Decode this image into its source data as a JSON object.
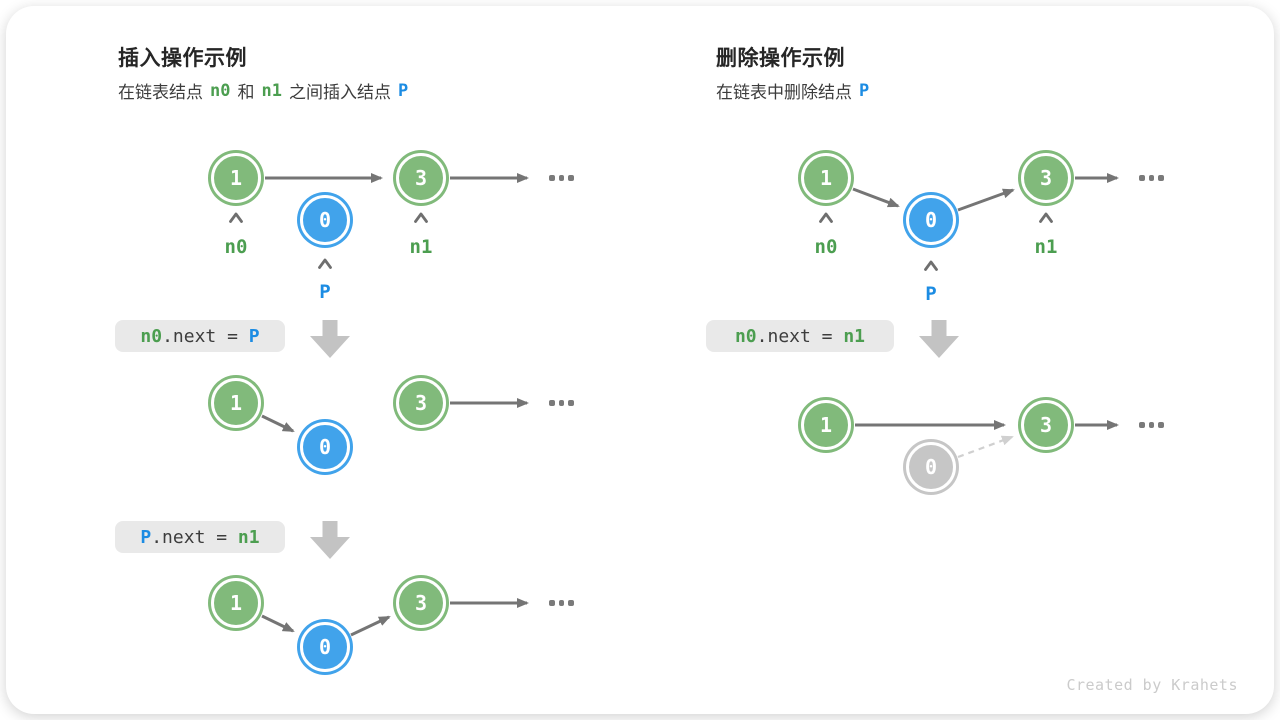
{
  "colors": {
    "node-green": "#81BA7B",
    "node-blue": "#41A3EB",
    "node-gray": "#C6C6C6",
    "label-green": "#4C9E50",
    "label-blue": "#1C8CE3",
    "arrow-gray": "#757575",
    "code-bg": "#E9E9E9"
  },
  "left": {
    "title": "插入操作示例",
    "subtitle": {
      "t1": "在链表结点",
      "n0": "n0",
      "t2": "和",
      "n1": "n1",
      "t3": "之间插入结点",
      "p": "P"
    },
    "labels": {
      "n0": "n0",
      "n1": "n1",
      "p": "P"
    },
    "node_values": {
      "first": "1",
      "inserted": "0",
      "second": "3"
    },
    "code1": {
      "lhs": "n0",
      "mid": ".next = ",
      "rhs": "P"
    },
    "code2": {
      "lhs": "P",
      "mid": ".next = ",
      "rhs": "n1"
    }
  },
  "right": {
    "title": "删除操作示例",
    "subtitle": {
      "t1": "在链表中删除结点",
      "p": "P"
    },
    "labels": {
      "n0": "n0",
      "n1": "n1",
      "p": "P"
    },
    "node_values": {
      "first": "1",
      "removed": "0",
      "second": "3"
    },
    "code1": {
      "lhs": "n0",
      "mid": ".next = ",
      "rhs": "n1"
    }
  },
  "footer": {
    "credit": "Created by Krahets"
  }
}
